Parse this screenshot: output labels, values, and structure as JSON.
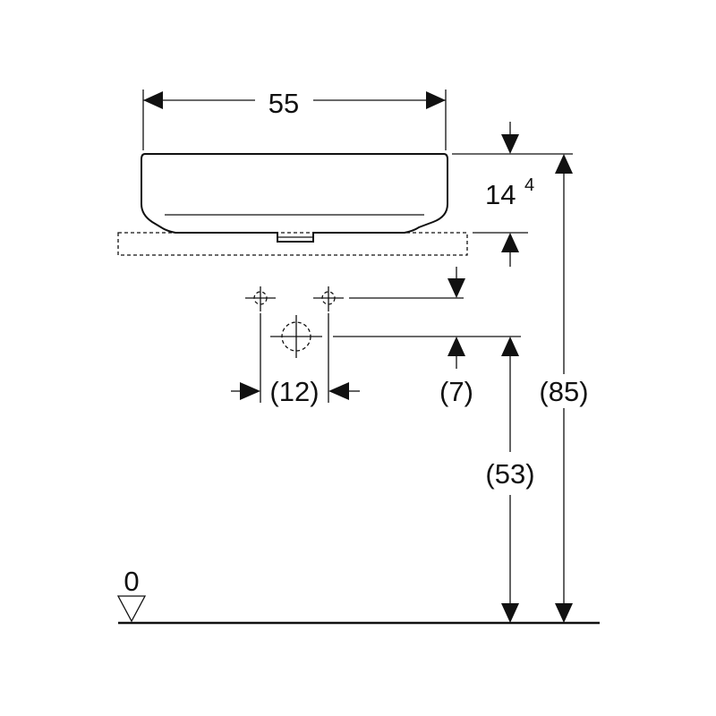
{
  "dimensions": {
    "width_label": "55",
    "height_label_main": "14",
    "height_label_superscript": "4",
    "tap_spacing_label": "(12)",
    "tap_to_drain_label": "(7)",
    "drain_height_label": "(53)",
    "total_height_label": "(85)",
    "floor_level_label": "0"
  },
  "colors": {
    "line": "#111111",
    "background": "#ffffff"
  }
}
